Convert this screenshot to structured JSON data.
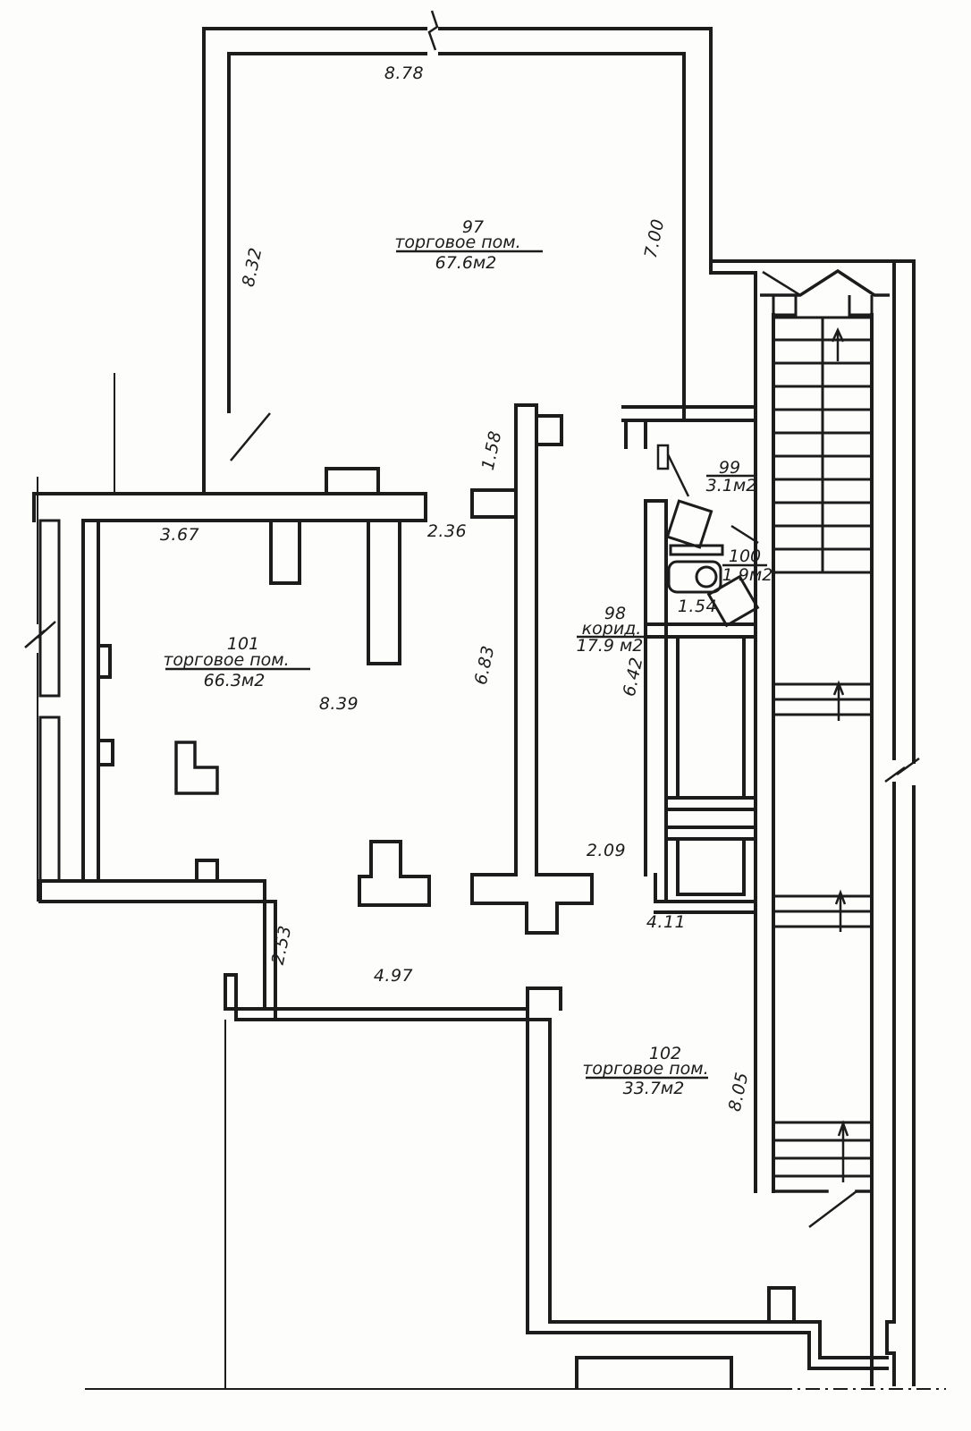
{
  "document": {
    "type": "floor-plan",
    "language": "ru",
    "ink_color": "#1c1c1c",
    "paper_color": "#fdfdfc"
  },
  "rooms": {
    "r97": {
      "number": "97",
      "name": "торговое пом.",
      "area": "67.6м2"
    },
    "r98": {
      "number": "98",
      "name": "корид.",
      "area": "17.9 м2"
    },
    "r99": {
      "number": "99",
      "name": "",
      "area": "3.1м2"
    },
    "r100": {
      "number": "100",
      "name": "",
      "area": "1.9м2"
    },
    "r101": {
      "number": "101",
      "name": "торговое пом.",
      "area": "66.3м2"
    },
    "r102": {
      "number": "102",
      "name": "торговое пом.",
      "area": "33.7м2"
    }
  },
  "dims": {
    "d878": "8.78",
    "d832": "8.32",
    "d700": "7.00",
    "d158": "1.58",
    "d236": "2.36",
    "d367": "3.67",
    "d683": "6.83",
    "d642": "6.42",
    "d154": "1.54",
    "d839": "8.39",
    "d209": "2.09",
    "d411": "4.11",
    "d253": "2.53",
    "d497": "4.97",
    "d805": "8.05"
  }
}
